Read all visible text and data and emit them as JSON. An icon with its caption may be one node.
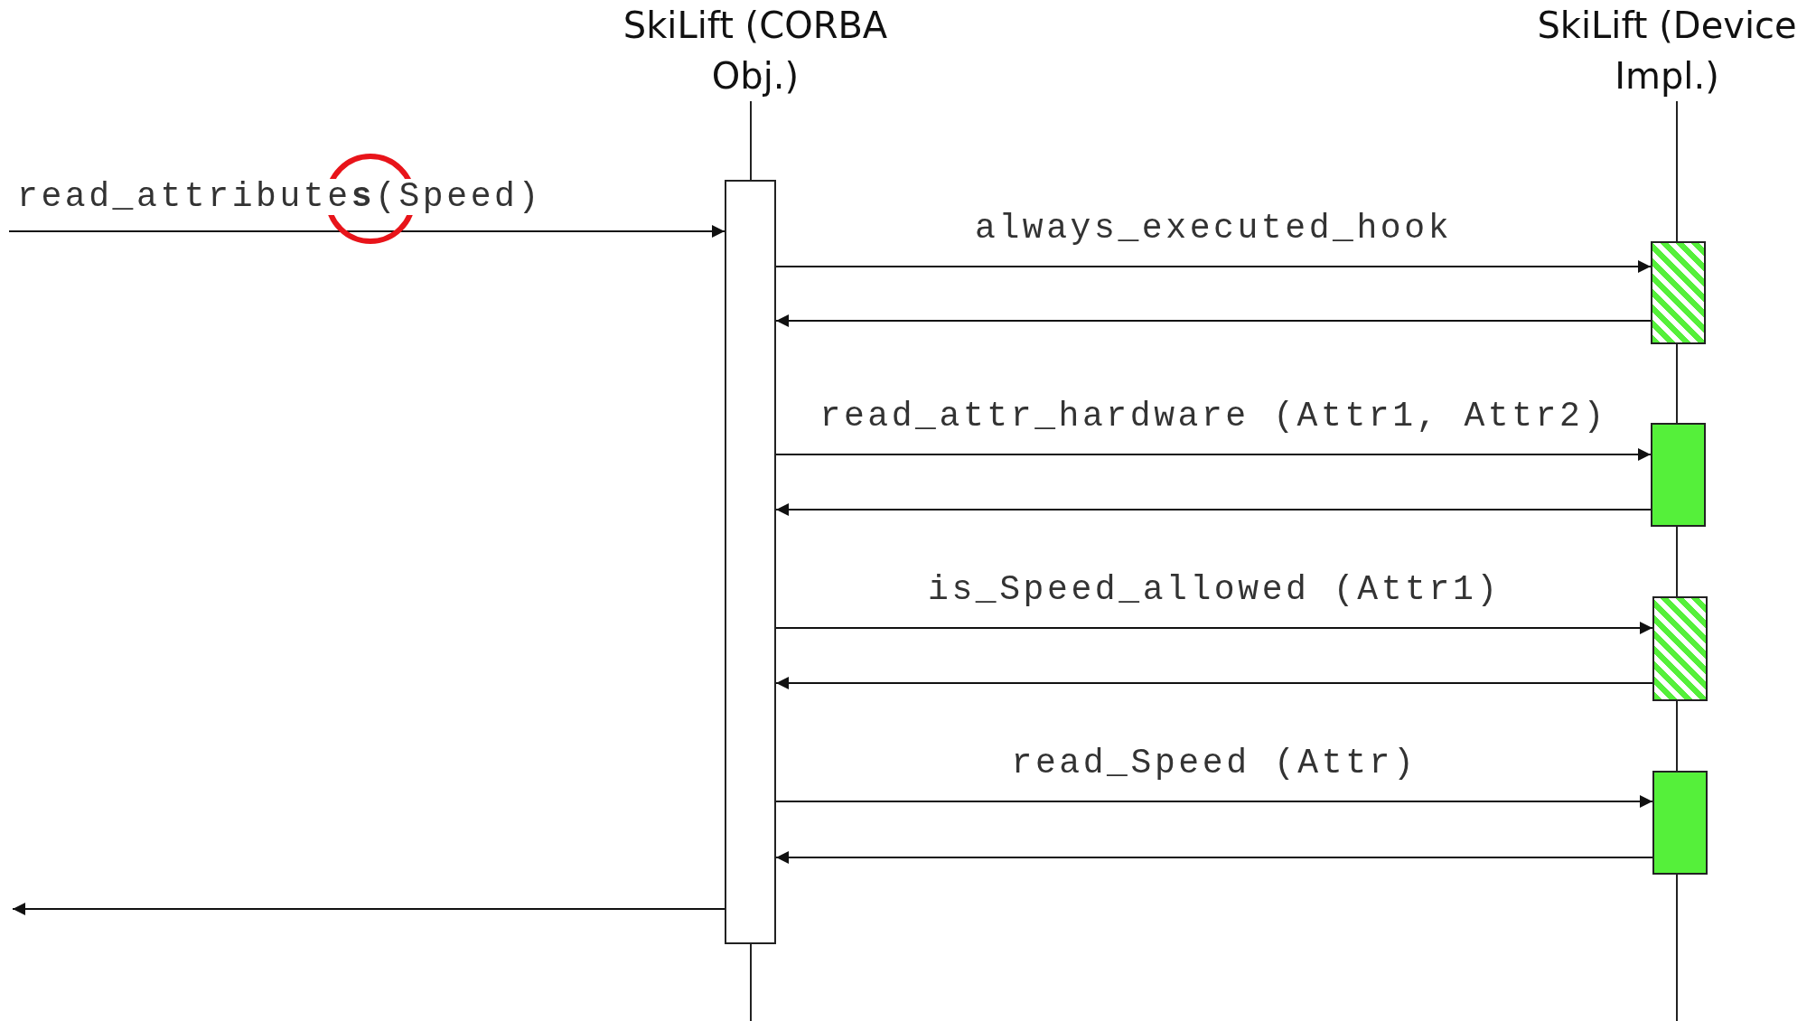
{
  "diagram": {
    "nodes": [
      {
        "text": [
          "SkiLift (CORBA Obj.)"
        ]
      },
      {
        "text": [],
        "shape": "bar"
      },
      {
        "text": [
          "SkiLift (Device Impl.)"
        ]
      },
      {
        "text": [],
        "shape": "bar"
      },
      {
        "text": [],
        "shape": "bar"
      },
      {
        "text": [],
        "shape": "bar"
      },
      {
        "text": [],
        "shape": "bar"
      }
    ],
    "edges": [
      {
        "from": null,
        "to": 1,
        "arrow": "to",
        "label": "read_attribute**s**(Speed)"
      },
      {
        "from": 1,
        "to": 3,
        "arrow": "to",
        "label": "always_executed_hook"
      },
      {
        "from": 3,
        "to": 1,
        "arrow": "to"
      },
      {
        "from": 1,
        "to": 4,
        "arrow": "to",
        "label": "read_attr_hardware (Attr1, Attr2)"
      },
      {
        "from": 4,
        "to": 1,
        "arrow": "to"
      },
      {
        "from": 1,
        "to": 5,
        "arrow": "to",
        "label": "is_Speed_allowed (Attr1)"
      },
      {
        "from": 5,
        "to": 1,
        "arrow": "to"
      },
      {
        "from": 1,
        "to": 6,
        "arrow": "to",
        "label": "read_Speed (Attr)"
      },
      {
        "from": 6,
        "to": 1,
        "arrow": "to"
      },
      {
        "from": 1,
        "to": null,
        "arrow": "to"
      }
    ]
  }
}
